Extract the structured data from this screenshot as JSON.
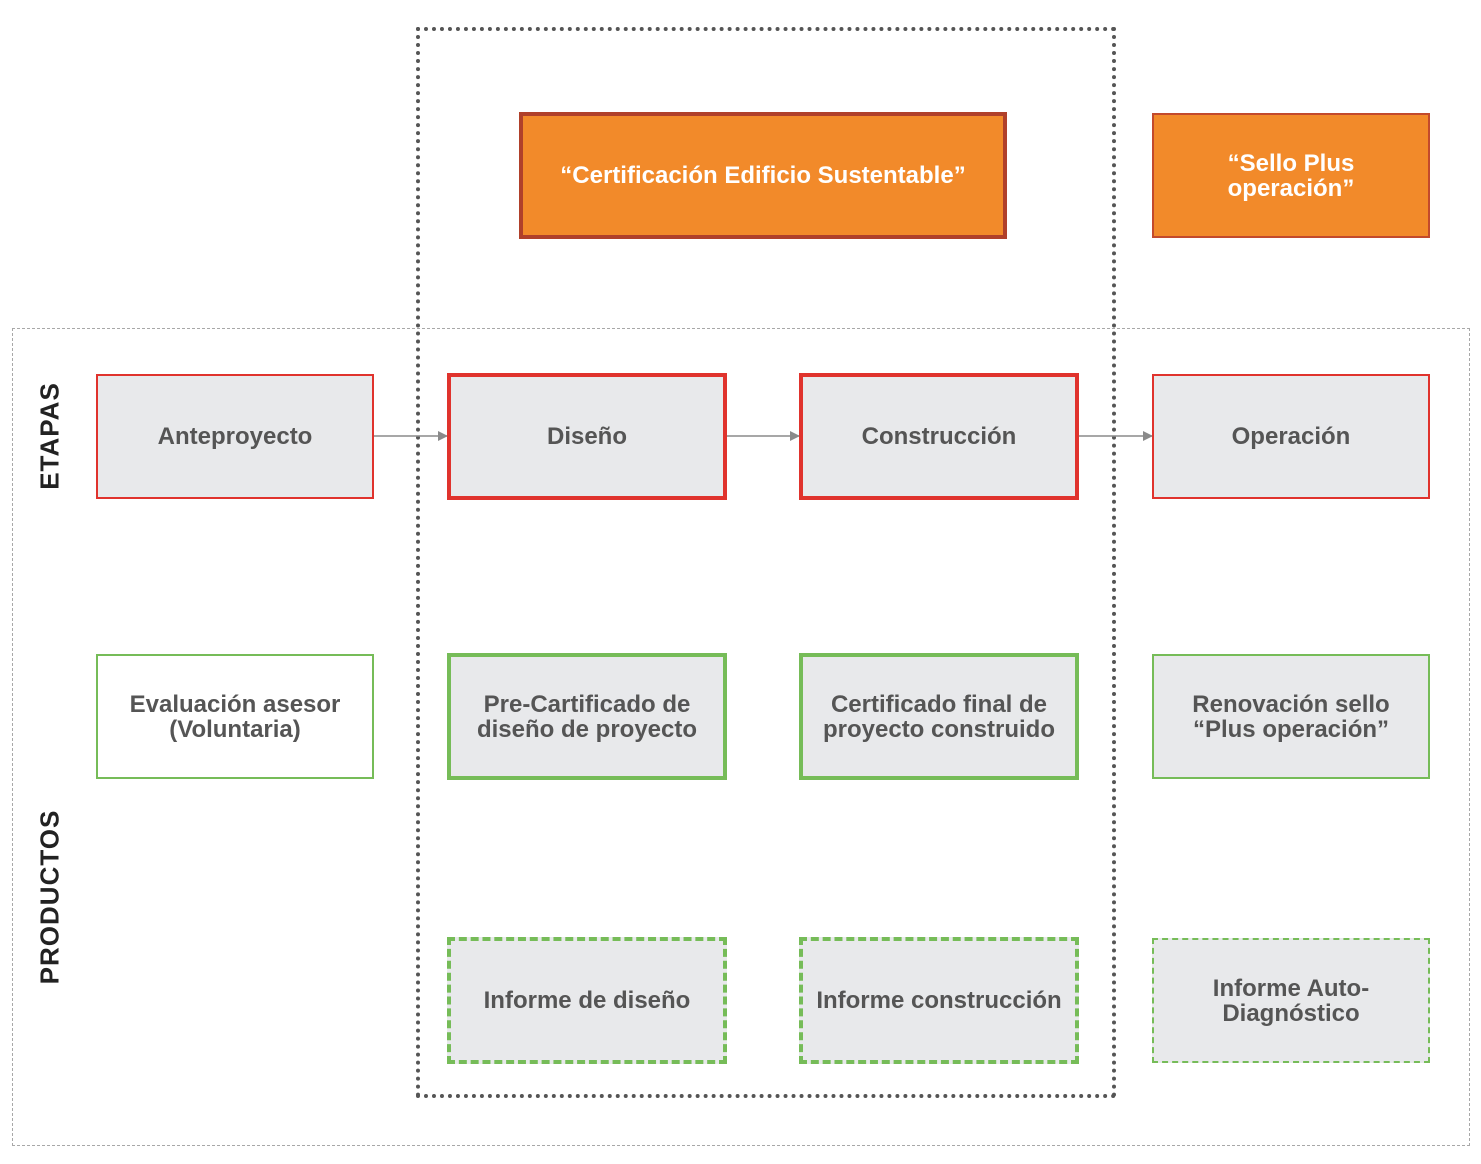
{
  "labels": {
    "etapas": "ETAPAS",
    "productos": "PRODUCTOS"
  },
  "certifications": {
    "edificio": "“Certificación Edificio Sustentable”",
    "sello": "“Sello Plus\noperación”"
  },
  "stages": [
    "Anteproyecto",
    "Diseño",
    "Construcción",
    "Operación"
  ],
  "products": [
    "Evaluación asesor\n(Voluntaria)",
    "Pre-Cartificado de\ndiseño de proyecto",
    "Certificado final de\nproyecto construido",
    "Renovación sello\n“Plus operación”"
  ],
  "reports": [
    "Informe de diseño",
    "Informe construcción",
    "Informe Auto-\nDiagnóstico"
  ],
  "colors": {
    "orange_fill": "#f28a2a",
    "stage_border": "#e0332d",
    "product_border": "#76bc58",
    "box_fill": "#e8e9eb",
    "arrow": "#8a8a8a"
  }
}
